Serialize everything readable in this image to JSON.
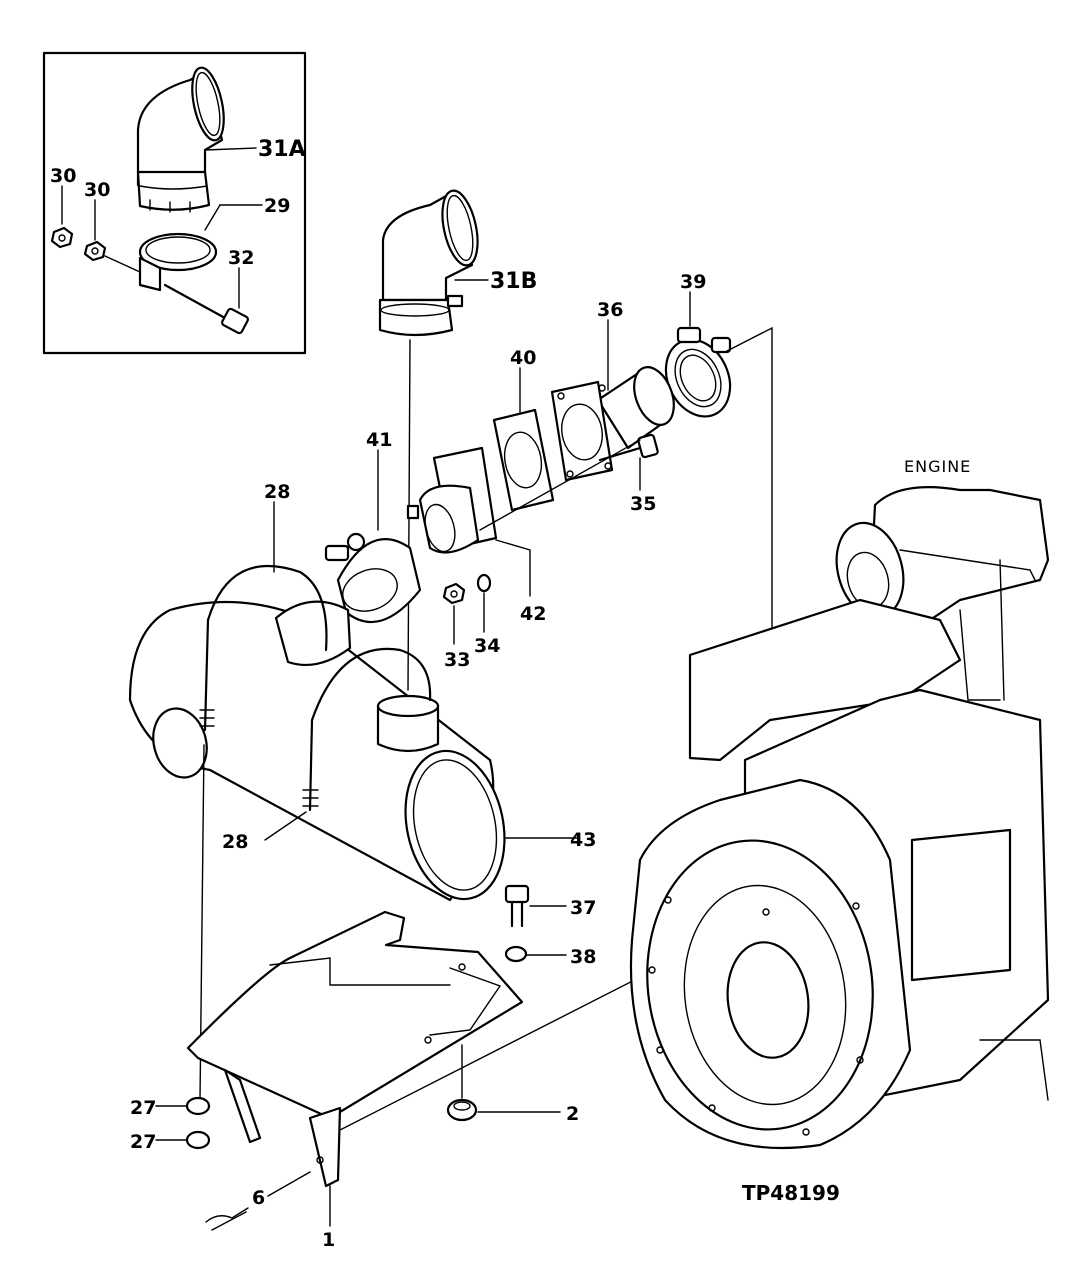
{
  "diagram": {
    "reference": "TP48199",
    "engine_label": "ENGINE",
    "front_marker": "6",
    "callouts": {
      "c1": "1",
      "c2": "2",
      "c6": "6",
      "c27a": "27",
      "c27b": "27",
      "c28a": "28",
      "c28b": "28",
      "c29": "29",
      "c30a": "30",
      "c30b": "30",
      "c31A": "31A",
      "c31B": "31B",
      "c32": "32",
      "c33": "33",
      "c34": "34",
      "c35": "35",
      "c36": "36",
      "c37": "37",
      "c38": "38",
      "c39": "39",
      "c40": "40",
      "c41": "41",
      "c42": "42",
      "c43": "43"
    }
  }
}
